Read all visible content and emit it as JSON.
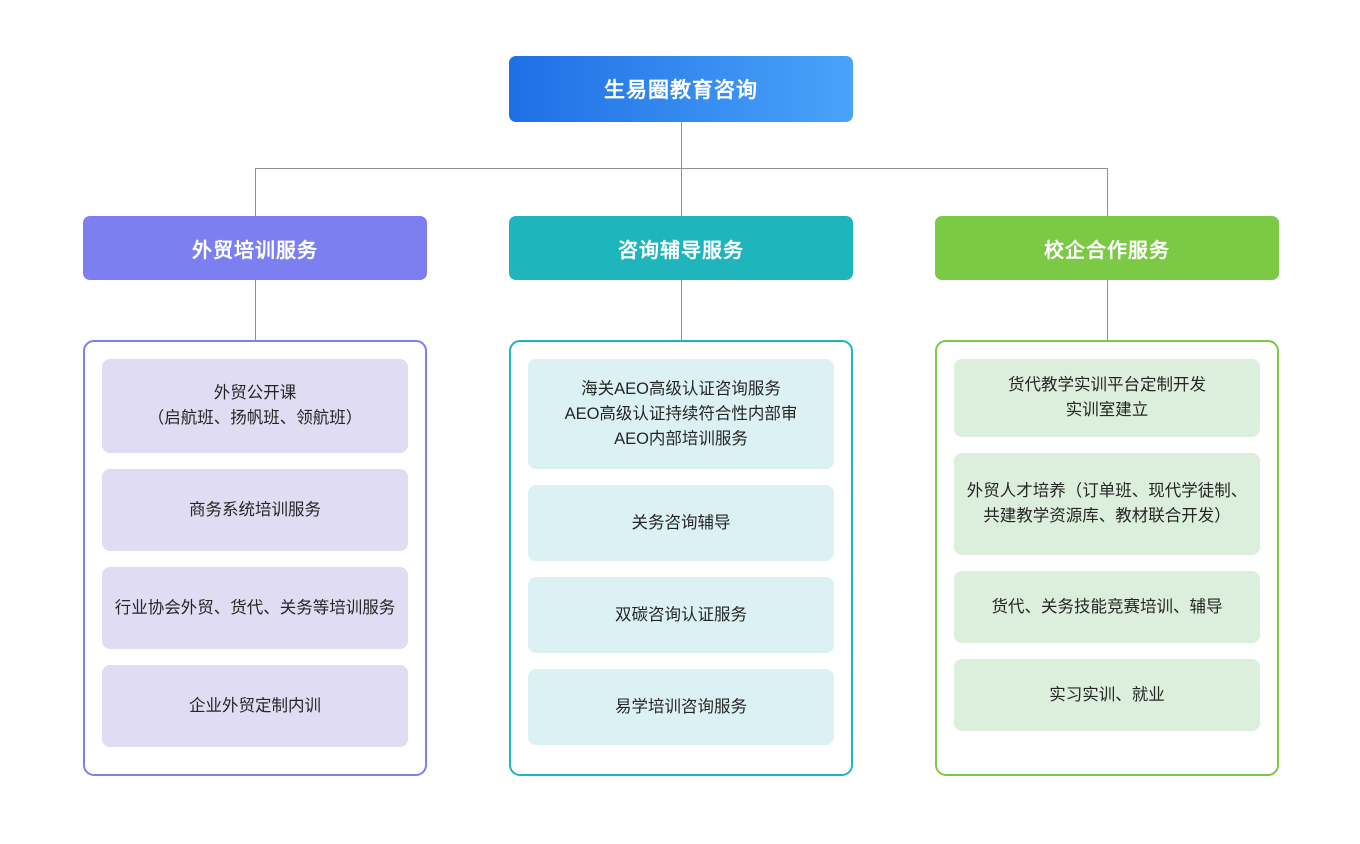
{
  "diagram": {
    "type": "organizational-hierarchy",
    "root": {
      "label": "生易圈教育咨询",
      "color": "#1f6fe5",
      "color_end": "#49a3fa"
    },
    "columns": [
      {
        "header": "外贸培训服务",
        "color": "#7b7ff0",
        "card_color": "#dfdcf4",
        "items": [
          "外贸公开课\n（启航班、扬帆班、领航班）",
          "商务系统培训服务",
          "行业协会外贸、货代、关务等培训服务",
          "企业外贸定制内训"
        ]
      },
      {
        "header": "咨询辅导服务",
        "color": "#1fb5bc",
        "card_color": "#dbf1f3",
        "items": [
          "海关AEO高级认证咨询服务\nAEO高级认证持续符合性内部审\nAEO内部培训服务",
          "关务咨询辅导",
          "双碳咨询认证服务",
          "易学培训咨询服务"
        ]
      },
      {
        "header": "校企合作服务",
        "color": "#7cc945",
        "card_color": "#dcefdc",
        "items": [
          "货代教学实训平台定制开发\n实训室建立",
          "外贸人才培养（订单班、现代学徒制、共建教学资源库、教材联合开发）",
          "货代、关务技能竞赛培训、辅导",
          "实习实训、就业"
        ]
      }
    ],
    "connector_color": "#8c9199"
  }
}
